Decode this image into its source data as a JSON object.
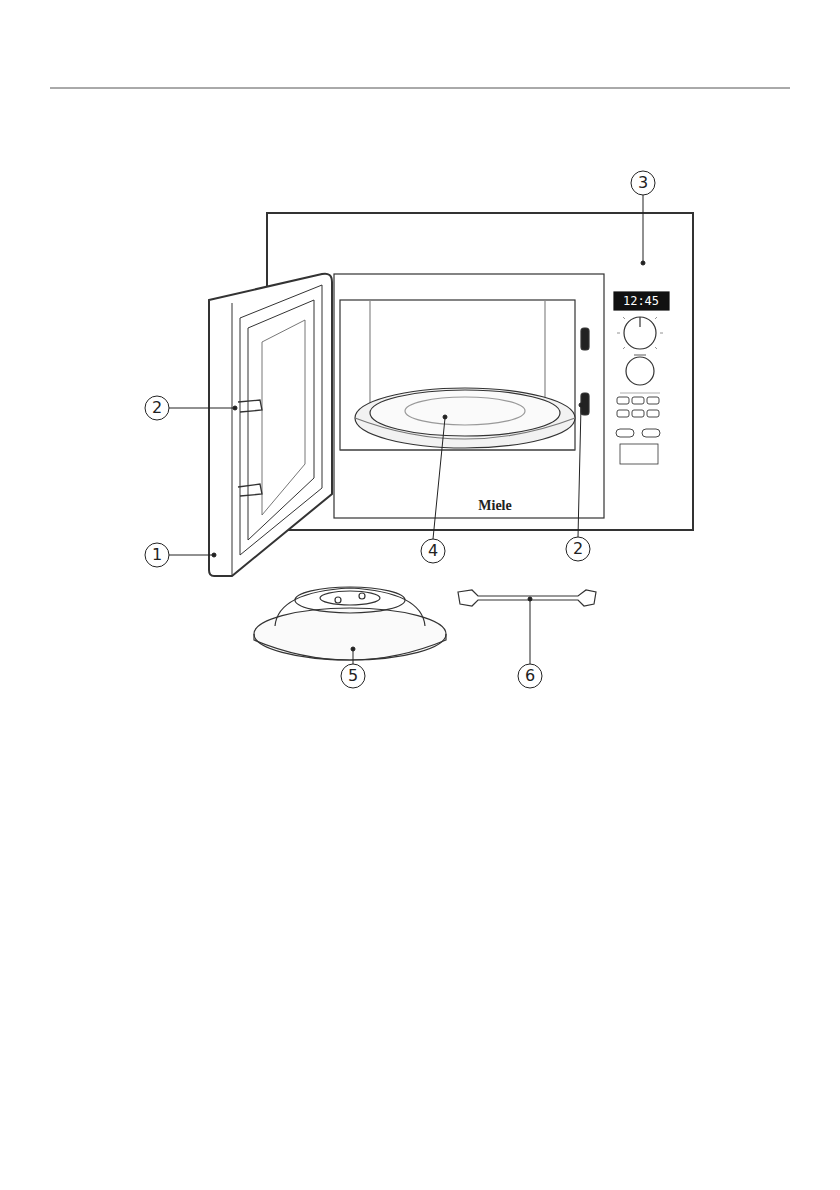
{
  "diagram": {
    "labels": [
      "3",
      "2",
      "12:45",
      "Miele",
      "4",
      "2",
      "1",
      "5",
      "6"
    ]
  }
}
